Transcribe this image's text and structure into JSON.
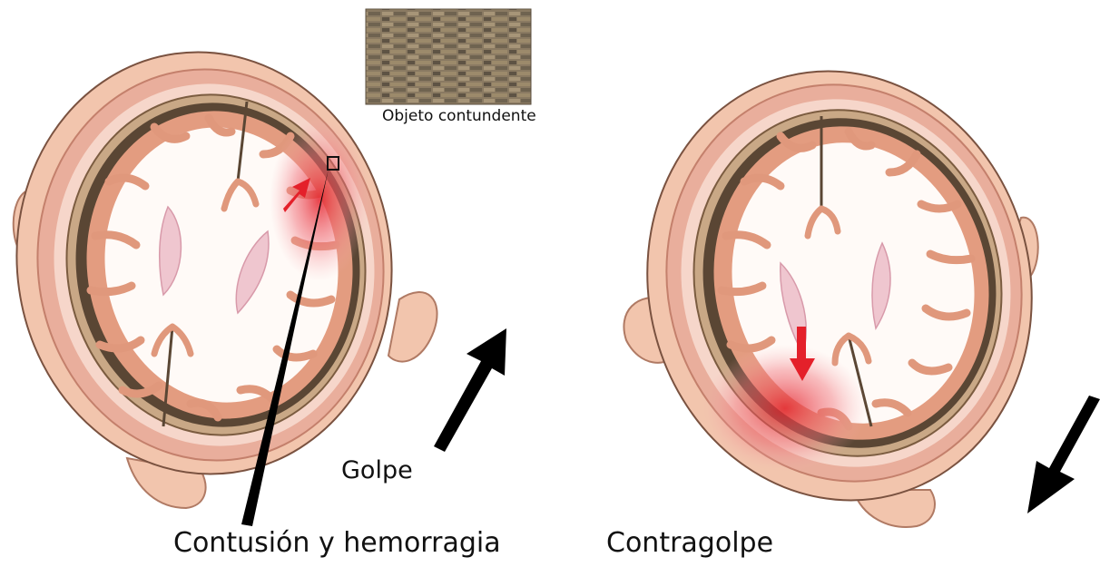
{
  "labels": {
    "blunt_object": "Objeto contundente",
    "impact": "Golpe",
    "contusion": "Contusión y hemorragia",
    "counter_impact": "Contragolpe"
  },
  "colors": {
    "skin": "#f2c5ad",
    "skin_dark": "#d99a82",
    "skull_outer": "#e8b0a0",
    "skull_band": "#f6d6ca",
    "bone_tan": "#c9a886",
    "dura_dark": "#5a4634",
    "cortex": "#e0987c",
    "white_matter": "#fffaf7",
    "ventricle": "#efc6cf",
    "hemorrhage": "#e4202a",
    "arrow_black": "#000000"
  }
}
